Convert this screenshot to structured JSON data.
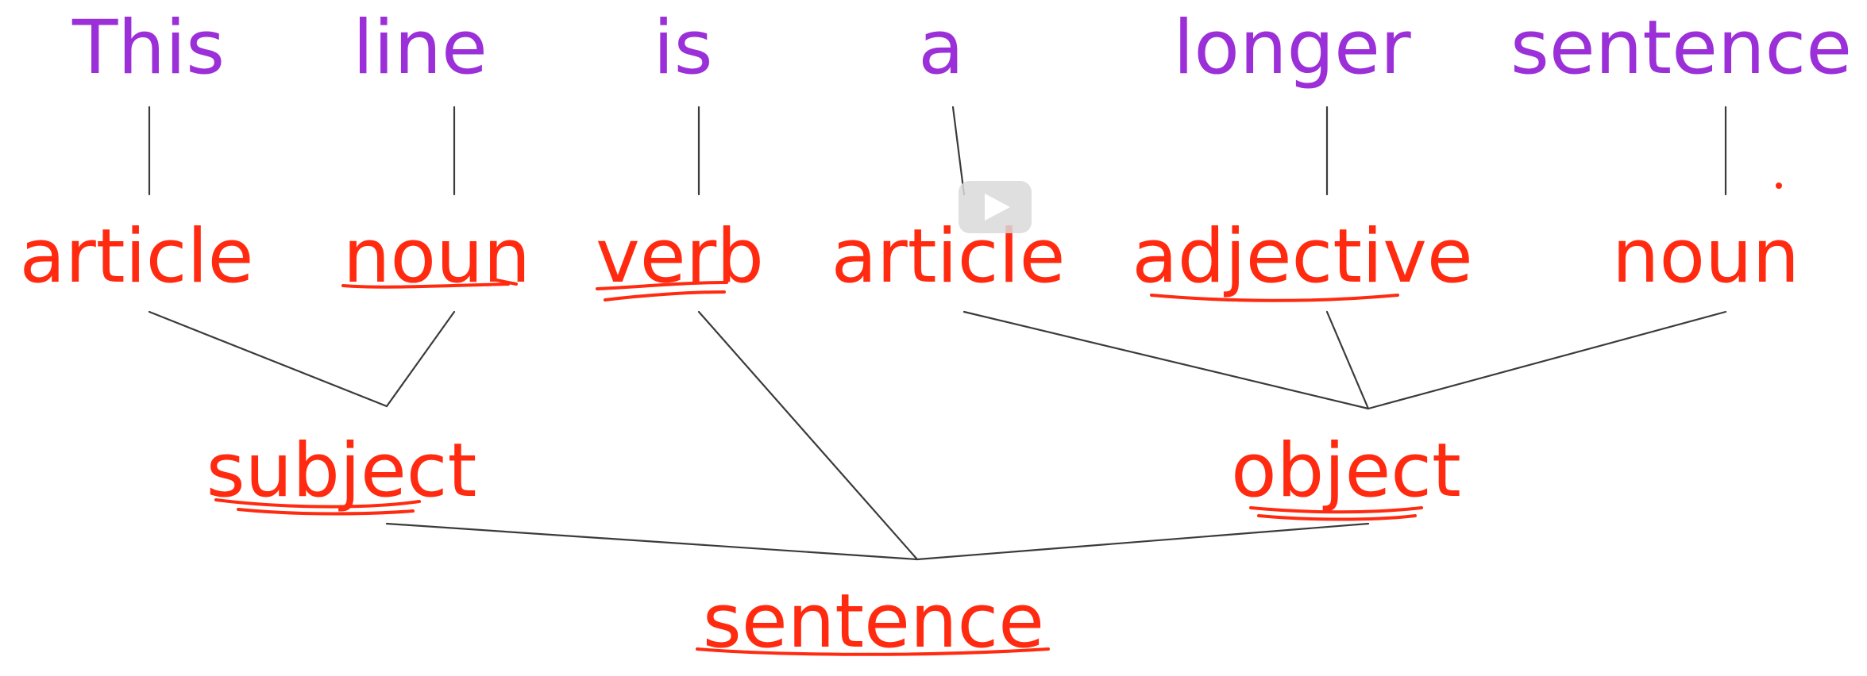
{
  "diagram": {
    "sentence_words": [
      "This",
      "line",
      "is",
      "a",
      "longer",
      "sentence"
    ],
    "parts_of_speech": [
      "article",
      "noun",
      "verb",
      "article",
      "adjective",
      "noun"
    ],
    "phrases": {
      "subject": "subject",
      "object": "object"
    },
    "root": "sentence",
    "colors": {
      "words": "#9b30d9",
      "labels": "#ff2a0f",
      "lines": "#3b3b3b"
    }
  },
  "video_overlay": {
    "icon": "play-icon"
  }
}
